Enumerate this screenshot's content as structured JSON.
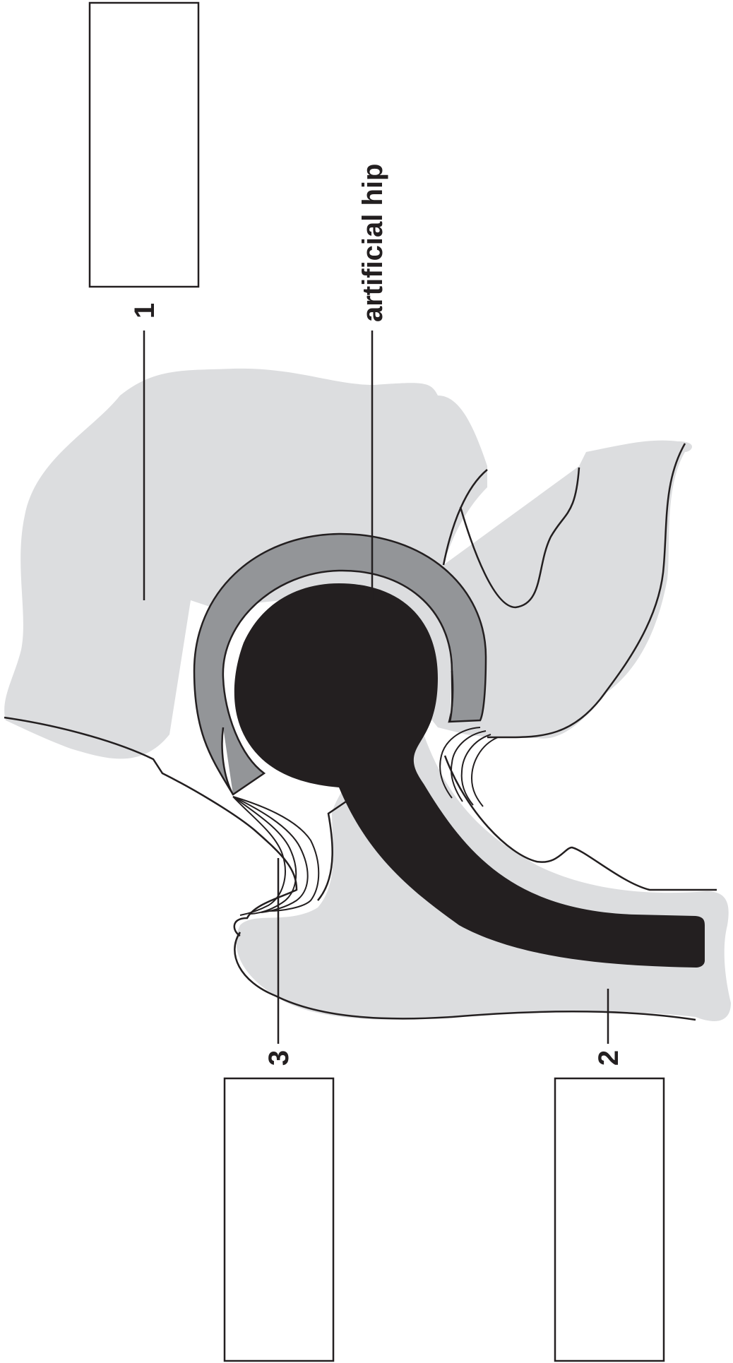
{
  "diagram": {
    "labels": {
      "artificial_hip": "artificial hip",
      "label_1": "1",
      "label_2": "2",
      "label_3": "3"
    },
    "colors": {
      "bone": "#dcdddf",
      "cup": "#939598",
      "implant": "#231f20",
      "outline": "#231f20",
      "background": "#ffffff"
    }
  }
}
